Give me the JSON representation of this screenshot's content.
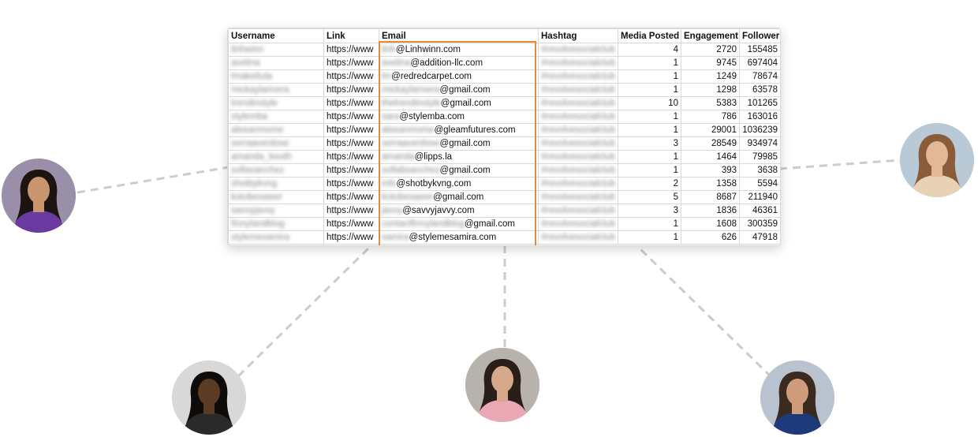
{
  "table": {
    "headers": [
      "Username",
      "Link",
      "Email",
      "Hashtag",
      "Media Posted",
      "Engagement",
      "Follower"
    ],
    "rows": [
      {
        "username": "linhwinn",
        "link": "https://www",
        "email_user": "linh",
        "email_domain": "@Linhwinn.com",
        "hashtag": "#revolvesocialclub",
        "media": "4",
        "engagement": "2720",
        "follower": "155485"
      },
      {
        "username": "avelina",
        "link": "https://www",
        "email_user": "avelina",
        "email_domain": "@addition-llc.com",
        "hashtag": "#revolvesocialclub",
        "media": "1",
        "engagement": "9745",
        "follower": "697404"
      },
      {
        "username": "lmakeitula",
        "link": "https://www",
        "email_user": "lm",
        "email_domain": "@redredcarpet.com",
        "hashtag": "#revolvesocialclub",
        "media": "1",
        "engagement": "1249",
        "follower": "78674"
      },
      {
        "username": "mickaylarivera",
        "link": "https://www",
        "email_user": "mickaylarivera",
        "email_domain": "@gmail.com",
        "hashtag": "#revolvesocialclub",
        "media": "1",
        "engagement": "1298",
        "follower": "63578"
      },
      {
        "username": "trendinstyle",
        "link": "https://www",
        "email_user": "thetrendinstyle",
        "email_domain": "@gmail.com",
        "hashtag": "#revolvesocialclub",
        "media": "10",
        "engagement": "5383",
        "follower": "101265"
      },
      {
        "username": "stylemba",
        "link": "https://www",
        "email_user": "sara",
        "email_domain": "@stylemba.com",
        "hashtag": "#revolvesocialclub",
        "media": "1",
        "engagement": "786",
        "follower": "163016"
      },
      {
        "username": "aleeanmome",
        "link": "https://www",
        "email_user": "aleeanmome",
        "email_domain": "@gleamfutures.com",
        "hashtag": "#revolvesocialclub",
        "media": "1",
        "engagement": "29001",
        "follower": "1036239"
      },
      {
        "username": "serraaverdose",
        "link": "https://www",
        "email_user": "serraaverdose",
        "email_domain": "@gmail.com",
        "hashtag": "#revolvesocialclub",
        "media": "3",
        "engagement": "28549",
        "follower": "934974"
      },
      {
        "username": "amanda_booth",
        "link": "https://www",
        "email_user": "amanda",
        "email_domain": "@lipps.la",
        "hashtag": "#revolvesocialclub",
        "media": "1",
        "engagement": "1464",
        "follower": "79985"
      },
      {
        "username": "sofiasanchez",
        "link": "https://www",
        "email_user": "sofiabsanchez",
        "email_domain": "@gmail.com",
        "hashtag": "#revolvesocialclub",
        "media": "1",
        "engagement": "393",
        "follower": "3638"
      },
      {
        "username": "shotbykvng",
        "link": "https://www",
        "email_user": "info",
        "email_domain": "@shotbykvng.com",
        "hashtag": "#revolvesocialclub",
        "media": "2",
        "engagement": "1358",
        "follower": "5594"
      },
      {
        "username": "kotobesawer",
        "link": "https://www",
        "email_user": "kotobesawer",
        "email_domain": "@gmail.com",
        "hashtag": "#revolvesocialclub",
        "media": "5",
        "engagement": "8687",
        "follower": "211940"
      },
      {
        "username": "savvyjavvy",
        "link": "https://www",
        "email_user": "javvy",
        "email_domain": "@savvyjavvy.com",
        "hashtag": "#revolvesocialclub",
        "media": "3",
        "engagement": "1836",
        "follower": "46361"
      },
      {
        "username": "finnylandblog",
        "link": "https://www",
        "email_user": "contactfinnylandblog",
        "email_domain": "@gmail.com",
        "hashtag": "#revolvesocialclub",
        "media": "1",
        "engagement": "1608",
        "follower": "300359"
      },
      {
        "username": "stylemesamira",
        "link": "https://www",
        "email_user": "samira",
        "email_domain": "@stylemesamira.com",
        "hashtag": "#revolvesocialclub",
        "media": "1",
        "engagement": "626",
        "follower": "47918"
      }
    ]
  },
  "style": {
    "highlight_color": "#e88a3c",
    "connector_color": "#cccccc",
    "grid_color": "#d9d9d9"
  },
  "avatars": [
    {
      "name": "avatar-left",
      "bg": "#9a8fa8",
      "skin": "#c8956e",
      "hair": "#1c1410",
      "top": "#6b3aa0"
    },
    {
      "name": "avatar-bottom-left",
      "bg": "#d8d8d8",
      "skin": "#5b3a26",
      "hair": "#0e0b09",
      "top": "#2a2a2a"
    },
    {
      "name": "avatar-bottom-center",
      "bg": "#b7b2ac",
      "skin": "#d6a98a",
      "hair": "#2a1e18",
      "top": "#e9a8b4"
    },
    {
      "name": "avatar-bottom-right",
      "bg": "#b9c3cf",
      "skin": "#cf9d7c",
      "hair": "#3a2a20",
      "top": "#1e3a7a"
    },
    {
      "name": "avatar-right",
      "bg": "#b9c9d6",
      "skin": "#e2b898",
      "hair": "#8a5c3a",
      "top": "#e7d2b5"
    }
  ]
}
